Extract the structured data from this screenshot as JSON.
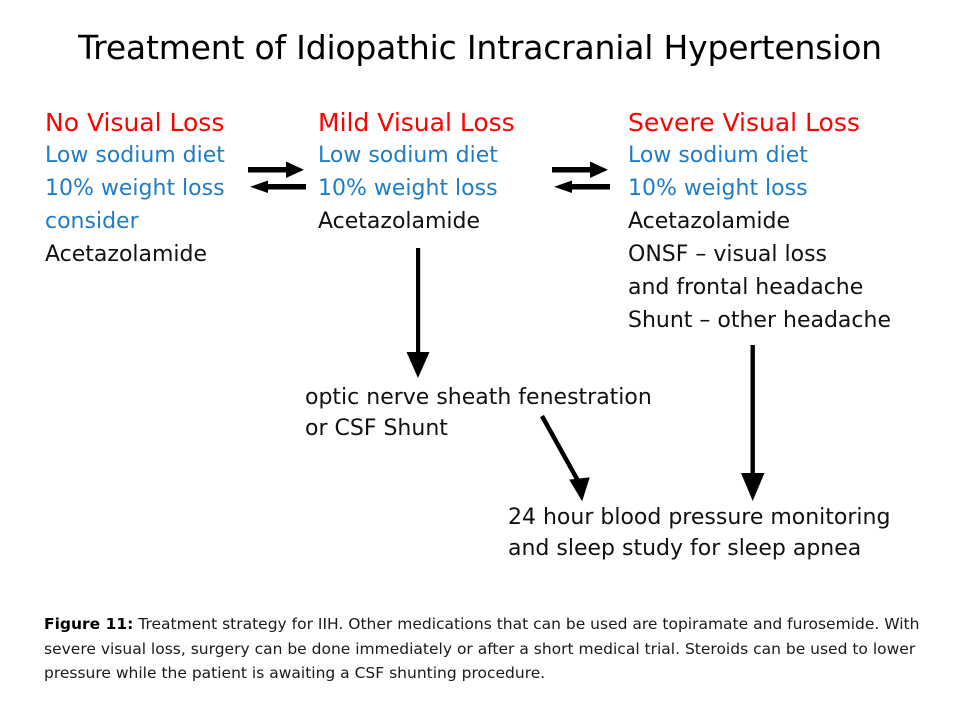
{
  "figure": {
    "title": "Treatment of Idiopathic Intracranial Hypertension",
    "colors": {
      "header_red": "#FF0000",
      "lifestyle_blue": "#1F7CC6",
      "body_black": "#111111",
      "background": "#FFFFFF"
    }
  },
  "columns": [
    {
      "id": "no-visual-loss",
      "header": "No Visual Loss",
      "lines": [
        {
          "text": "Low sodium diet",
          "color": "blue"
        },
        {
          "text": "10% weight loss",
          "color": "blue"
        },
        {
          "text": "consider",
          "color": "blue"
        },
        {
          "text": "Acetazolamide",
          "color": "black"
        }
      ]
    },
    {
      "id": "mild-visual-loss",
      "header": "Mild Visual Loss",
      "lines": [
        {
          "text": "Low sodium diet",
          "color": "blue"
        },
        {
          "text": "10% weight loss",
          "color": "blue"
        },
        {
          "text": "Acetazolamide",
          "color": "black"
        }
      ]
    },
    {
      "id": "severe-visual-loss",
      "header": "Severe Visual Loss",
      "lines": [
        {
          "text": "Low sodium diet",
          "color": "blue"
        },
        {
          "text": "10% weight loss",
          "color": "blue"
        },
        {
          "text": "Acetazolamide",
          "color": "black"
        },
        {
          "text": "ONSF – visual loss",
          "color": "black"
        },
        {
          "text": "and frontal headache",
          "color": "black"
        },
        {
          "text": "Shunt – other headache",
          "color": "black"
        }
      ]
    }
  ],
  "blocks": {
    "surgery_options": {
      "line1": "optic nerve sheath fenestration",
      "line2": "or CSF Shunt"
    },
    "monitoring": {
      "line1": "24 hour blood pressure monitoring",
      "line2": "and sleep study for sleep apnea"
    }
  },
  "arrows": [
    {
      "name": "equilibrium-arrow-1",
      "icon": "equilibrium-arrow-icon",
      "from": "no-visual-loss",
      "to": "mild-visual-loss"
    },
    {
      "name": "equilibrium-arrow-2",
      "icon": "equilibrium-arrow-icon",
      "from": "mild-visual-loss",
      "to": "severe-visual-loss"
    },
    {
      "name": "arrow-mild-to-surgery",
      "icon": "arrow-down-icon",
      "from": "mild-visual-loss",
      "to": "surgery-options"
    },
    {
      "name": "arrow-severe-to-monitor",
      "icon": "arrow-down-icon",
      "from": "severe-visual-loss",
      "to": "monitoring"
    },
    {
      "name": "arrow-surgery-to-monitor",
      "icon": "arrow-diagonal-down-right-icon",
      "from": "surgery-options",
      "to": "monitoring"
    }
  ],
  "caption": {
    "label": "Figure 11:",
    "body": " Treatment strategy for IIH. Other medications that can be used are topiramate and furosemide. With severe visual loss, surgery can be done immediately or after a short medical trial. Steroids can be used to lower pressure while the patient is awaiting a CSF shunting procedure."
  }
}
